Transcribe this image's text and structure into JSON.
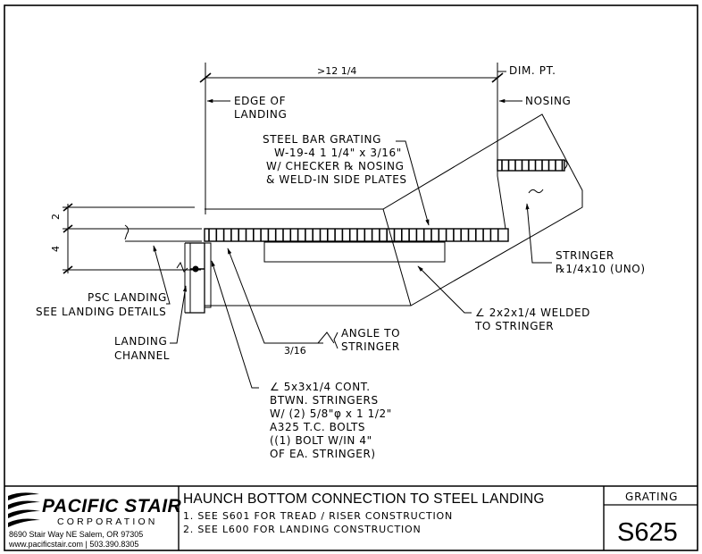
{
  "drawing": {
    "labels": {
      "dimension_top": ">12 1/4",
      "dim_pt": "DIM. PT.",
      "nosing": "NOSING",
      "edge_of_landing": [
        "EDGE OF",
        "LANDING"
      ],
      "grating_note": [
        "STEEL BAR GRATING",
        "W-19-4 1 1/4\" x 3/16\"",
        "W/ CHECKER ℞ NOSING",
        "& WELD-IN SIDE PLATES"
      ],
      "dim_left_2": "2",
      "dim_left_4": "4",
      "stringer_note": [
        "STRINGER",
        "℞1/4x10 (UNO)"
      ],
      "psc_landing": [
        "PSC LANDING",
        "SEE LANDING DETAILS"
      ],
      "angle_welded": [
        "∠ 2x2x1/4 WELDED",
        "TO STRINGER"
      ],
      "landing_channel": [
        "LANDING",
        "CHANNEL"
      ],
      "weld_size": "3/16",
      "angle_to_stringer": [
        "ANGLE TO",
        "STRINGER"
      ],
      "cont_angle_note": [
        "∠ 5x3x1/4 CONT.",
        "BTWN. STRINGERS",
        "W/ (2) 5/8\"φ x 1 1/2\"",
        "A325 T.C. BOLTS",
        "((1) BOLT W/IN 4\"",
        "OF EA. STRINGER)"
      ]
    }
  },
  "title_block": {
    "company": "PACIFIC STAIR",
    "corporation": "CORPORATION",
    "address": "8690 Stair Way NE Salem, OR 97305",
    "contact": "www.pacificstair.com  |  503.390.8305",
    "title": "HAUNCH BOTTOM CONNECTION TO STEEL LANDING",
    "notes": [
      "1. SEE S601 FOR TREAD / RISER CONSTRUCTION",
      "2. SEE L600 FOR LANDING CONSTRUCTION"
    ],
    "category": "GRATING",
    "sheet_number": "S625"
  }
}
